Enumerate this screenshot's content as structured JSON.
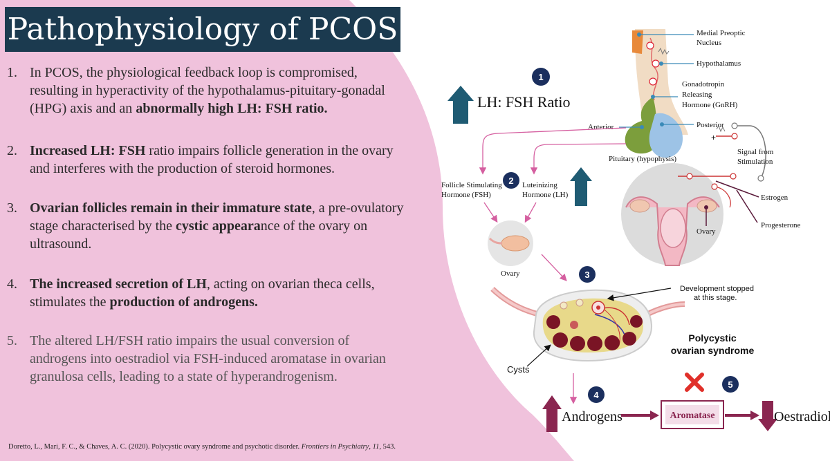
{
  "title": "Pathophysiology of PCOS",
  "points": [
    {
      "number": "1.",
      "parts": [
        {
          "t": "In PCOS, the physiological feedback loop is compromised, resulting in hyperactivity of the hypothalamus-pituitary-gonadal (HPG) axis and an ",
          "b": false
        },
        {
          "t": "abnormally high LH: FSH ratio.",
          "b": true
        }
      ]
    },
    {
      "number": "2.",
      "parts": [
        {
          "t": "Increased LH: FSH",
          "b": true
        },
        {
          "t": " ratio impairs follicle generation in the ovary and interferes with the production of steroid hormones.",
          "b": false
        }
      ]
    },
    {
      "number": "3.",
      "parts": [
        {
          "t": "Ovarian follicles remain in their immature state",
          "b": true
        },
        {
          "t": ", a pre-ovulatory stage characterised by the ",
          "b": false
        },
        {
          "t": "cystic appeara",
          "b": true
        },
        {
          "t": "nce of the ovary on ultrasound.",
          "b": false
        }
      ]
    },
    {
      "number": "4.",
      "parts": [
        {
          "t": "The increased secretion of LH",
          "b": true
        },
        {
          "t": ", acting on ovarian theca cells, stimulates the ",
          "b": false
        },
        {
          "t": "production of androgens.",
          "b": true
        }
      ]
    },
    {
      "number": "5.",
      "parts": [
        {
          "t": "The altered LH/FSH ratio impairs the usual conversion of androgens into oestradiol via FSH-induced aromatase in ovarian granulosa cells, leading to a state of hyperandrogenism.",
          "b": false
        }
      ]
    }
  ],
  "citation": {
    "authors": "Doretto, L., Mari, F. C., & Chaves, A. C. (2020). Polycystic ovary syndrome and psychotic disorder. ",
    "journal": "Frontiers in Psychiatry",
    "sep": ", ",
    "volume": "11",
    "pages": ", 543."
  },
  "diagram": {
    "badges": [
      "1",
      "2",
      "3",
      "4",
      "5"
    ],
    "lh_fsh_ratio": "LH: FSH Ratio",
    "medial_preoptic_1": "Medial Preoptic",
    "medial_preoptic_2": "Nucleus",
    "hypothalamus": "Hypothalamus",
    "gnrh_1": "Gonadotropin",
    "gnrh_2": "Releasing",
    "gnrh_3": "Hormone (GnRH)",
    "anterior": "Anterior",
    "posterior": "Posterior",
    "signal_1": "Signal from",
    "signal_2": "Stimulation",
    "pituitary": "Pituitary (hypophysis)",
    "fsh_1": "Follicle Stimulating",
    "fsh_2": "Hormone (FSH)",
    "lh_1": "Luteinizing",
    "lh_2": "Hormone (LH)",
    "estrogen": "Estrogen",
    "progesterone": "Progesterone",
    "ovary_right": "Ovary",
    "ovary_left": "Ovary",
    "dev_stopped_1": "Development stopped",
    "dev_stopped_2": "at this stage.",
    "pcos_1": "Polycystic",
    "pcos_2": "ovarian syndrome",
    "cysts": "Cysts",
    "androgens": "Androgens",
    "aromatase": "Aromatase",
    "oestradiol": "Oestradiol"
  },
  "colors": {
    "title_bg": "#1b3a4f",
    "pink_panel": "#f0c2dc",
    "arrow_teal": "#1f5b73",
    "arrow_maroon": "#8a2650",
    "pink_arrow": "#d55fa0",
    "badge": "#1b2f5e",
    "cross": "#e0302a"
  }
}
